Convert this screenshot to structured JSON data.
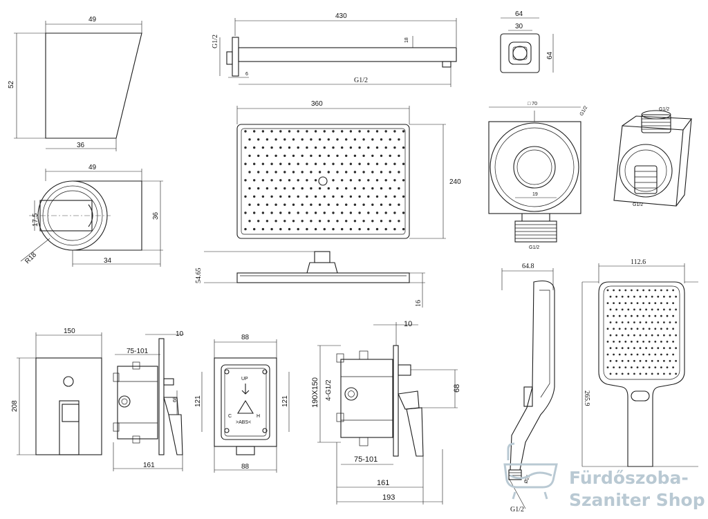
{
  "dimensions": {
    "holder_top_width": "49",
    "holder_height": "52",
    "holder_bottom_width": "36",
    "holder_plan_width": "49",
    "holder_plan_depth": "36",
    "holder_plan_offset": "17.5",
    "holder_radius": "R18",
    "holder_plan_bottom": "34",
    "arm_length": "430",
    "arm_thread_left": "G1/2",
    "arm_tube": "18",
    "arm_flange": "6",
    "arm_thread_bottom": "G1/2",
    "flange_width": "64",
    "flange_inner": "30",
    "flange_height": "64",
    "head_width": "360",
    "head_height": "240",
    "head_side_height": "54.65",
    "head_thickness": "16",
    "elbow_top": "□ 70",
    "elbow_thread_top": "G1/2",
    "elbow_inner": "19",
    "elbow_thread_bottom": "G1/2",
    "iso_thread_top": "G1/2",
    "iso_thread_bottom": "G1/2",
    "hand_side_width": "64.8",
    "hand_front_width": "112.6",
    "hand_length": "265.9",
    "hand_thread": "G1/2",
    "hand_pipe": "Ø21",
    "plate_width": "150",
    "plate_height": "208",
    "mixer_depth": "75-101",
    "mixer_plate": "10",
    "mixer_offset": "68",
    "mixer_total": "161",
    "box_width": "88",
    "box_height_left": "121",
    "box_height_right": "121",
    "box_bottom": "88",
    "box_up": "UP",
    "box_cold": "C",
    "box_hot": "H",
    "box_abs": ">ABS<",
    "big_plate": "10",
    "big_size": "190X150",
    "big_thread": "4-G1/2",
    "big_offset": "68",
    "big_depth": "75-101",
    "big_total1": "161",
    "big_total2": "193"
  },
  "watermark": {
    "line1": "Fürdőszoba-",
    "line2": "Szaniter Shop",
    "color": "#b9c9d3"
  }
}
